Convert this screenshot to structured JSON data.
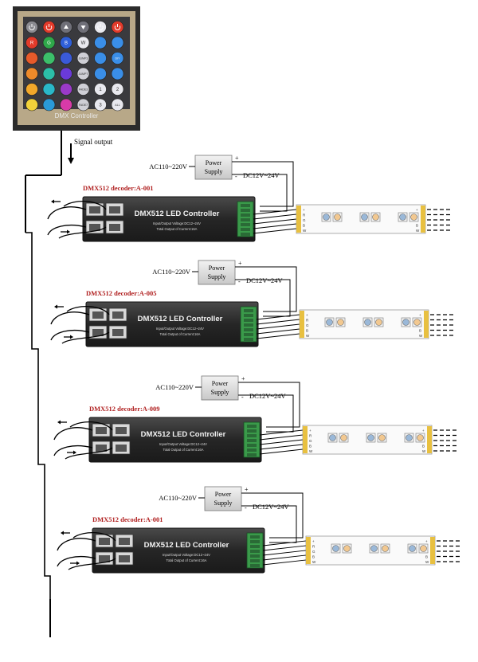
{
  "panel": {
    "title": "DMX Controller",
    "button_rows": [
      [
        {
          "color": "#8a8a90",
          "label": "",
          "icon": "power-icon"
        },
        {
          "color": "#e23a2a",
          "label": "",
          "icon": "power-icon"
        },
        {
          "color": "#6f6f78",
          "label": "",
          "icon": "arrow-up-icon"
        },
        {
          "color": "#6f6f78",
          "label": "",
          "icon": "arrow-down-icon"
        },
        {
          "color": "#e8e8ee",
          "label": "",
          "icon": "power-icon"
        },
        {
          "color": "#e23a2a",
          "label": "",
          "icon": "power-icon"
        }
      ],
      [
        {
          "color": "#e23a2a",
          "label": "R"
        },
        {
          "color": "#2fa84a",
          "label": "G"
        },
        {
          "color": "#2f5fd8",
          "label": "B"
        },
        {
          "color": "#e8e8ee",
          "label": "W"
        },
        {
          "color": "#3a8ee8",
          "label": ""
        },
        {
          "color": "#3a8ee8",
          "label": ""
        }
      ],
      [
        {
          "color": "#e65a2a",
          "label": ""
        },
        {
          "color": "#3cbf6a",
          "label": ""
        },
        {
          "color": "#3a5ad8",
          "label": ""
        },
        {
          "color": "#cfcfd6",
          "label": "JUMP3"
        },
        {
          "color": "#3a8ee8",
          "label": ""
        },
        {
          "color": "#3a8ee8",
          "label": "DIY"
        }
      ],
      [
        {
          "color": "#ee8a2a",
          "label": ""
        },
        {
          "color": "#2cbfa8",
          "label": ""
        },
        {
          "color": "#6a3ad8",
          "label": ""
        },
        {
          "color": "#cfcfd6",
          "label": "JUMP7"
        },
        {
          "color": "#3a8ee8",
          "label": ""
        },
        {
          "color": "#3a8ee8",
          "label": ""
        }
      ],
      [
        {
          "color": "#f2a82a",
          "label": ""
        },
        {
          "color": "#2ab8c8",
          "label": ""
        },
        {
          "color": "#9a3ac8",
          "label": ""
        },
        {
          "color": "#cfcfd6",
          "label": "FADE3"
        },
        {
          "color": "#e8e8ee",
          "label": "1"
        },
        {
          "color": "#e8e8ee",
          "label": "2"
        }
      ],
      [
        {
          "color": "#f2d23a",
          "label": ""
        },
        {
          "color": "#2a9ad8",
          "label": ""
        },
        {
          "color": "#d83aa8",
          "label": ""
        },
        {
          "color": "#cfcfd6",
          "label": "FADE7"
        },
        {
          "color": "#e8e8ee",
          "label": "3"
        },
        {
          "color": "#e8e8ee",
          "label": "ALL"
        }
      ]
    ]
  },
  "labels": {
    "signal_output": "Signal output",
    "ac_input": "AC110~220V",
    "power_supply_line1": "Power",
    "power_supply_line2": "Supply",
    "dc_output": "DC12V~24V",
    "controller_title": "DMX512 LED Controller",
    "controller_spec1": "Input/Output Voltage:DC12~24V",
    "controller_spec2": "Total Output of Current:16A",
    "plus": "+",
    "minus": "-",
    "strip_pins": [
      "+",
      "R",
      "G",
      "B",
      "W"
    ]
  },
  "units": [
    {
      "decoder_label": "DMX512 decoder:A-001"
    },
    {
      "decoder_label": "DMX512 decoder:A-005"
    },
    {
      "decoder_label": "DMX512 decoder:A-009"
    },
    {
      "decoder_label": "DMX512 decoder:A-001"
    }
  ],
  "colors": {
    "panel_frame": "#2b2b2b",
    "panel_bezel": "#b8a888",
    "panel_face": "#3a3a3e",
    "controller_body": "#2c2c2c",
    "decoder_label": "#b02020",
    "terminal": "#3a9a4a",
    "strip_pad": "#e8c040",
    "wire": "#000000"
  }
}
